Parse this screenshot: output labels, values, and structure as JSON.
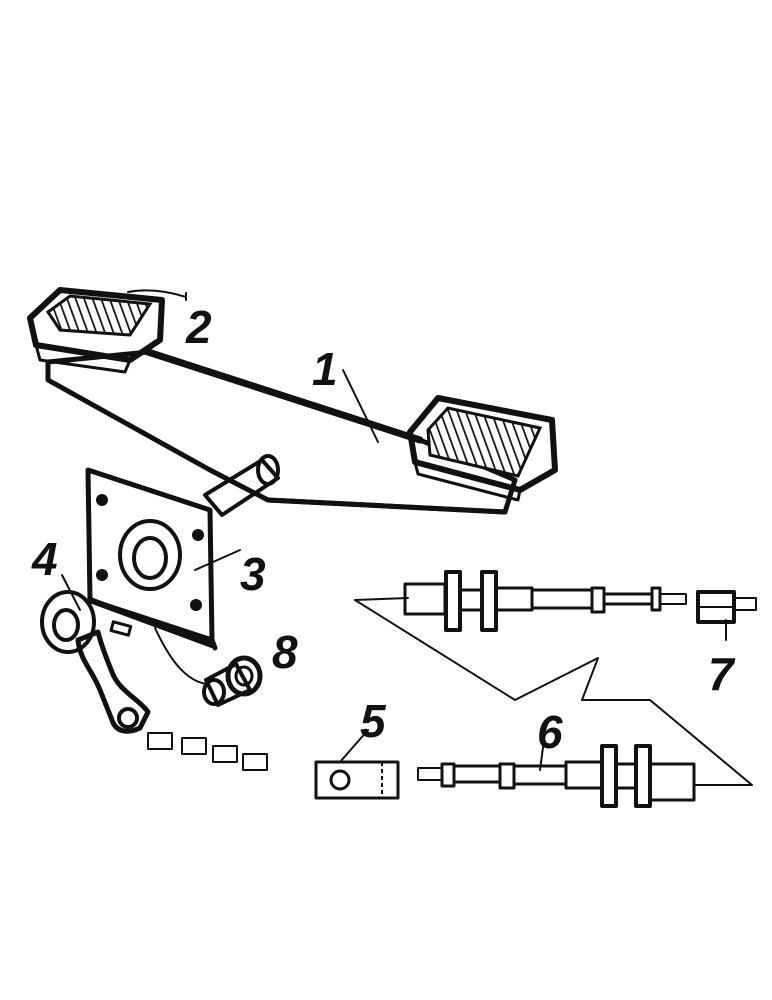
{
  "callouts": [
    {
      "id": "1",
      "label": "1"
    },
    {
      "id": "2",
      "label": "2"
    },
    {
      "id": "3",
      "label": "3"
    },
    {
      "id": "4",
      "label": "4"
    },
    {
      "id": "5",
      "label": "5"
    },
    {
      "id": "6",
      "label": "6"
    },
    {
      "id": "7",
      "label": "7"
    },
    {
      "id": "8",
      "label": "8"
    }
  ],
  "colors": {
    "ink": "#111111",
    "paper": "#ffffff",
    "shade": "#9a9a9a"
  }
}
